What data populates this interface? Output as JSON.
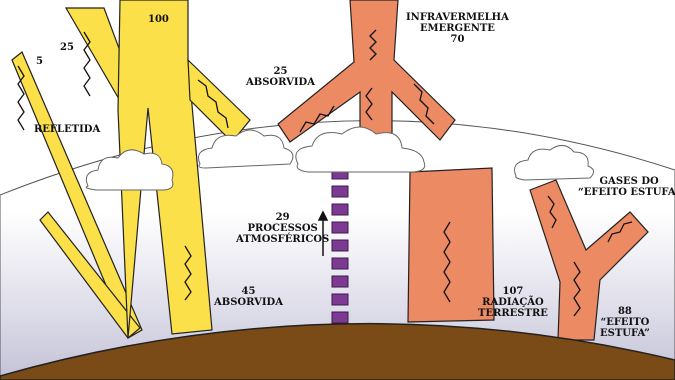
{
  "colors": {
    "solar": "#fbe04a",
    "infrared": "#ec8a63",
    "sky_top": "#ffffff",
    "sky_bottom": "#c8c6da",
    "ground": "#7a4a17",
    "convection": "#7c3a93",
    "outline": "#222222"
  },
  "labels": {
    "solar_incoming": "100",
    "reflected_value": "5",
    "reflected_left_value": "25",
    "reflected_text": "REFLETIDA",
    "absorbed_atm_value": "25",
    "absorbed_atm_text": "ABSORVIDA",
    "outgoing_ir_line1": "INFRAVERMELHA",
    "outgoing_ir_line2": "EMERGENTE",
    "outgoing_ir_value": "70",
    "atm_processes_value": "29",
    "atm_processes_line1": "PROCESSOS",
    "atm_processes_line2": "ATMOSFÉRICOS",
    "absorbed_surface_value": "45",
    "absorbed_surface_text": "ABSORVIDA",
    "terrestrial_value": "107",
    "terrestrial_line1": "RADIAÇÃO",
    "terrestrial_line2": "TERRESTRE",
    "ghg_line1": "GASES DO",
    "ghg_line2": "“EFEITO ESTUFA”",
    "greenhouse_value": "88",
    "greenhouse_line1": "“EFEITO",
    "greenhouse_line2": "ESTUFA”"
  }
}
